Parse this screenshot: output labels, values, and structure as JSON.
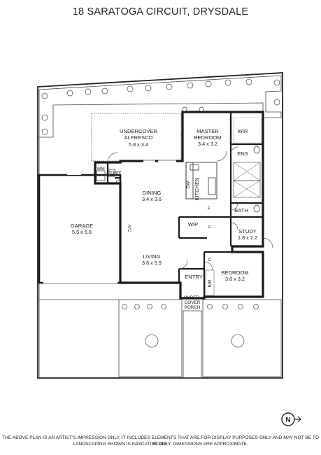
{
  "address": "18 SARATOGA CIRCUIT, DRYSDALE",
  "rooms": {
    "alfresco": {
      "name_line1": "UNDERCOVER",
      "name_line2": "ALFRESCO",
      "dims": "5.8 x 3.4"
    },
    "master": {
      "name_line1": "MASTER",
      "name_line2": "BEDROOM",
      "dims": "3.4 x 3.2"
    },
    "wir": "WIR",
    "ens": "ENS",
    "wm": "WM",
    "ldry": "L'DRY",
    "ldry_cupboard": "C",
    "dining": {
      "name": "DINING",
      "dims": "3.4 x 3.6"
    },
    "kitchen": "KITCHEN",
    "dw": "DW",
    "fridge": "F",
    "wip": "WIP",
    "wip_cupboard": "C",
    "bath": "BATH",
    "study": {
      "name": "STUDY",
      "dims": "1.8 x 2.2"
    },
    "garage": {
      "name": "GARAGE",
      "dims": "5.5 x 6.8"
    },
    "ac": "A/C",
    "living": {
      "name": "LIVING",
      "dims": "3.6 x 5.9"
    },
    "entry": "ENTRY",
    "bedroom": {
      "name": "BEDROOM",
      "dims": "3.0 x 3.2"
    },
    "bed_cupboard": "C",
    "bir": "BIR",
    "porch_line1": "UNDER-",
    "porch_line2": "COVER",
    "porch_line3": "PORCH"
  },
  "compass": "N",
  "disclaimer_line1": "THE ABOVE PLAN IS AN ARTIST'S IMPRESSION ONLY, IT INCLUDES ELEMENTS THAT ARE FOR DISPLAY PURPOSES ONLY AND MAY NOT BE TO SCALE.",
  "disclaimer_line2": "LANDSCAPING SHOWN IS INDICATIVE ONLY. DIMENSIONS ARE APPROXIMATE.",
  "colors": {
    "wall": "#1a1a1a",
    "line": "#444444",
    "grass": "#ffffff"
  }
}
